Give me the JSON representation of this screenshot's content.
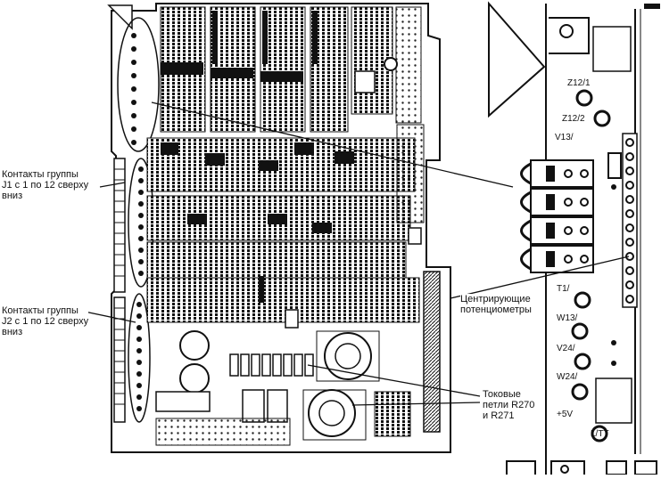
{
  "callouts": {
    "j1": {
      "line1": "Контакты группы",
      "line2": "J1 с 1 по 12 сверху",
      "line3": "вниз"
    },
    "j2": {
      "line1": "Контакты группы",
      "line2": "J2 с 1 по 12 сверху",
      "line3": "вниз"
    },
    "centering": {
      "line1": "Центрирующие",
      "line2": "потенциометры"
    },
    "current_loops": {
      "line1": "Токовые",
      "line2": "петли R270",
      "line3": "и R271"
    }
  },
  "pin_labels": {
    "z12_1": "Z12/1",
    "z12_2": "Z12/2",
    "v13": "V13/",
    "t1": "T1/",
    "w13": "W13/",
    "v24": "V24/",
    "w24": "W24/",
    "plus5v": "+5V",
    "ltt": "L/TT"
  }
}
